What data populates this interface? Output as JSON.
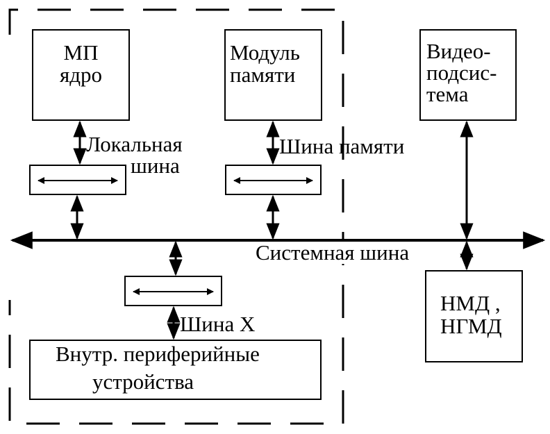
{
  "colors": {
    "ink": "#000000",
    "background": "#ffffff"
  },
  "blocks": {
    "mp_core": {
      "line1": "МП",
      "line2": "ядро"
    },
    "memory_module": {
      "line1": "Модуль",
      "line2": "памяти"
    },
    "video": {
      "line1": "Видео-",
      "line2": "подсис-",
      "line3": "тема"
    },
    "disk": {
      "line1": "НМД ,",
      "line2": "НГМД"
    },
    "peripherals": {
      "line1": "Внутр. периферийные",
      "line2": "устройства"
    }
  },
  "bus_labels": {
    "local_bus": {
      "line1": "Локальная",
      "line2": "шина"
    },
    "memory_bus": "Шина памяти",
    "system_bus": "Системная шина",
    "bus_x": "Шина X"
  }
}
